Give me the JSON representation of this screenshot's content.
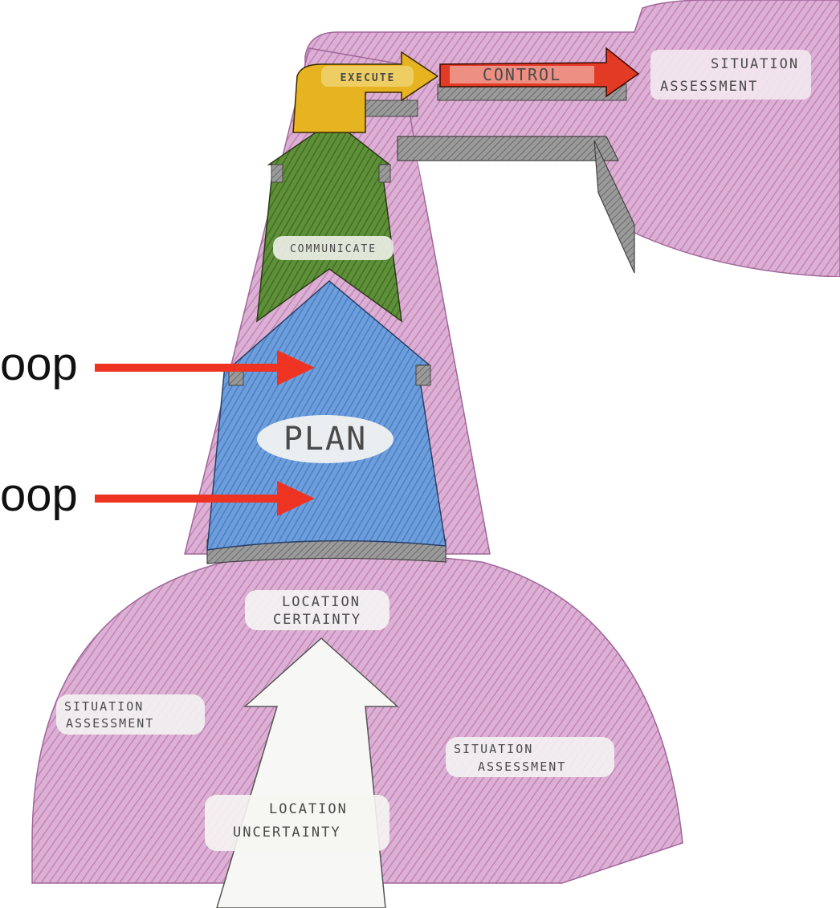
{
  "labels": {
    "execute": "EXECUTE",
    "control": "CONTROL",
    "situation_top_1": "SITUATION",
    "situation_top_2": "ASSESSMENT",
    "communicate": "COMMUNICATE",
    "plan": "PLAN",
    "location_certainty_1": "LOCATION",
    "location_certainty_2": "CERTAINTY",
    "situation_left_1": "SITUATION",
    "situation_left_2": "ASSESSMENT",
    "situation_right_1": "SITUATION",
    "situation_right_2": "ASSESSMENT",
    "location_uncertainty_1": "LOCATION",
    "location_uncertainty_2": "UNCERTAINTY"
  },
  "callouts": {
    "upper": "oop",
    "lower": "oop"
  },
  "colors": {
    "pink": "#d8a6cf",
    "pink_dark": "#b777aa",
    "blue": "#5b8fd2",
    "green": "#4f7f2e",
    "yellow": "#e3b01b",
    "red": "#e23a25",
    "gray": "#8a8a8a",
    "arrow": "#ee3322"
  }
}
